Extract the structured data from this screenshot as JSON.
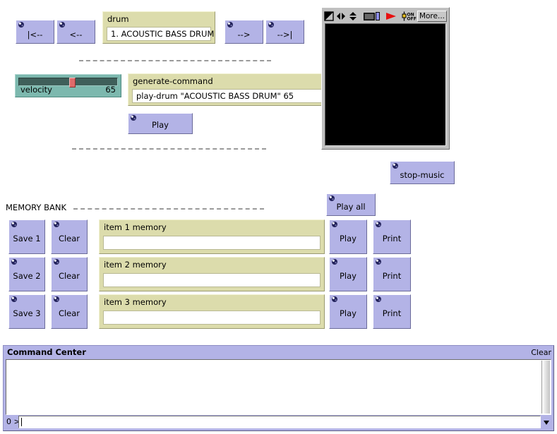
{
  "app": {
    "background_color": "#ffffff",
    "button_color": "#b3b3e6",
    "card_color": "#dcdcac",
    "slider_color": "#7cb8ae",
    "knob_color": "#e06a6a"
  },
  "nav": {
    "first_label": "|<--",
    "prev_label": "<--",
    "next_label": "-->",
    "last_label": "-->|"
  },
  "drum": {
    "title": "drum",
    "value": "1. ACOUSTIC BASS DRUM"
  },
  "velocity": {
    "name": "velocity",
    "value": "65",
    "min": 0,
    "max": 127,
    "percent": 51
  },
  "command": {
    "title": "generate-command",
    "value": "play-drum \"ACOUSTIC BASS DRUM\" 65"
  },
  "play_button": {
    "label": "Play"
  },
  "stop_music_button": {
    "label": "stop-music"
  },
  "play_all_button": {
    "label": "Play all"
  },
  "player": {
    "more_label": "More...",
    "icons": [
      "scale-icon",
      "horizontal-arrows-icon",
      "vertical-arrows-icon",
      "screen-icon",
      "play-arrow-icon",
      "on-off-icon"
    ],
    "on_label": "ON",
    "off_label": "OFF"
  },
  "memory_bank": {
    "title": "MEMORY BANK",
    "rows": [
      {
        "save_label": "Save 1",
        "clear_label": "Clear",
        "card_title": "item 1 memory",
        "card_value": "",
        "play_label": "Play",
        "print_label": "Print"
      },
      {
        "save_label": "Save 2",
        "clear_label": "Clear",
        "card_title": "item 2 memory",
        "card_value": "",
        "play_label": "Play",
        "print_label": "Print"
      },
      {
        "save_label": "Save 3",
        "clear_label": "Clear",
        "card_title": "item 3 memory",
        "card_value": "",
        "play_label": "Play",
        "print_label": "Print"
      }
    ]
  },
  "command_center": {
    "title": "Command Center",
    "clear_label": "Clear",
    "transcript": "",
    "prompt": "0 >",
    "input_value": ""
  }
}
